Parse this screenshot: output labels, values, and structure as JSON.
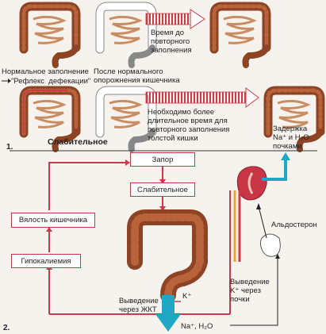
{
  "panel1": {
    "caption_normal": "Нормальное заполнение",
    "caption_reflex": "\"Рефлекс  дефекации\"",
    "caption_after": "После нормального\nопорожнения кишечника",
    "caption_time": "Время до\nповторного\nзаполнения",
    "caption_longer": "Необходимо более\nдлительное время для\nповторного заполнения\nтолстой кишки",
    "number": "1.",
    "laxative_label": "Слабительное"
  },
  "panel2": {
    "box_constipation": "Запор",
    "box_laxative": "Слабительное",
    "box_sluggish": "Вялость кишечника",
    "box_hypokalemia": "Гипокалиемия",
    "label_retention": "Задержка\nNa⁺ и H₂O\nпочками",
    "label_aldosterone": "Альдостерон",
    "label_k_plus": "K⁺",
    "label_excretion_gi": "Выведение\nчерез ЖКТ",
    "label_excretion_kidney": "Выведение\nK⁺ через\nпочки",
    "label_na_h2o": "Na⁺, H₂O",
    "number": "2."
  },
  "colors": {
    "accent": "#d03848",
    "colon": "#9a4a28",
    "cyan": "#1fa8c4"
  }
}
